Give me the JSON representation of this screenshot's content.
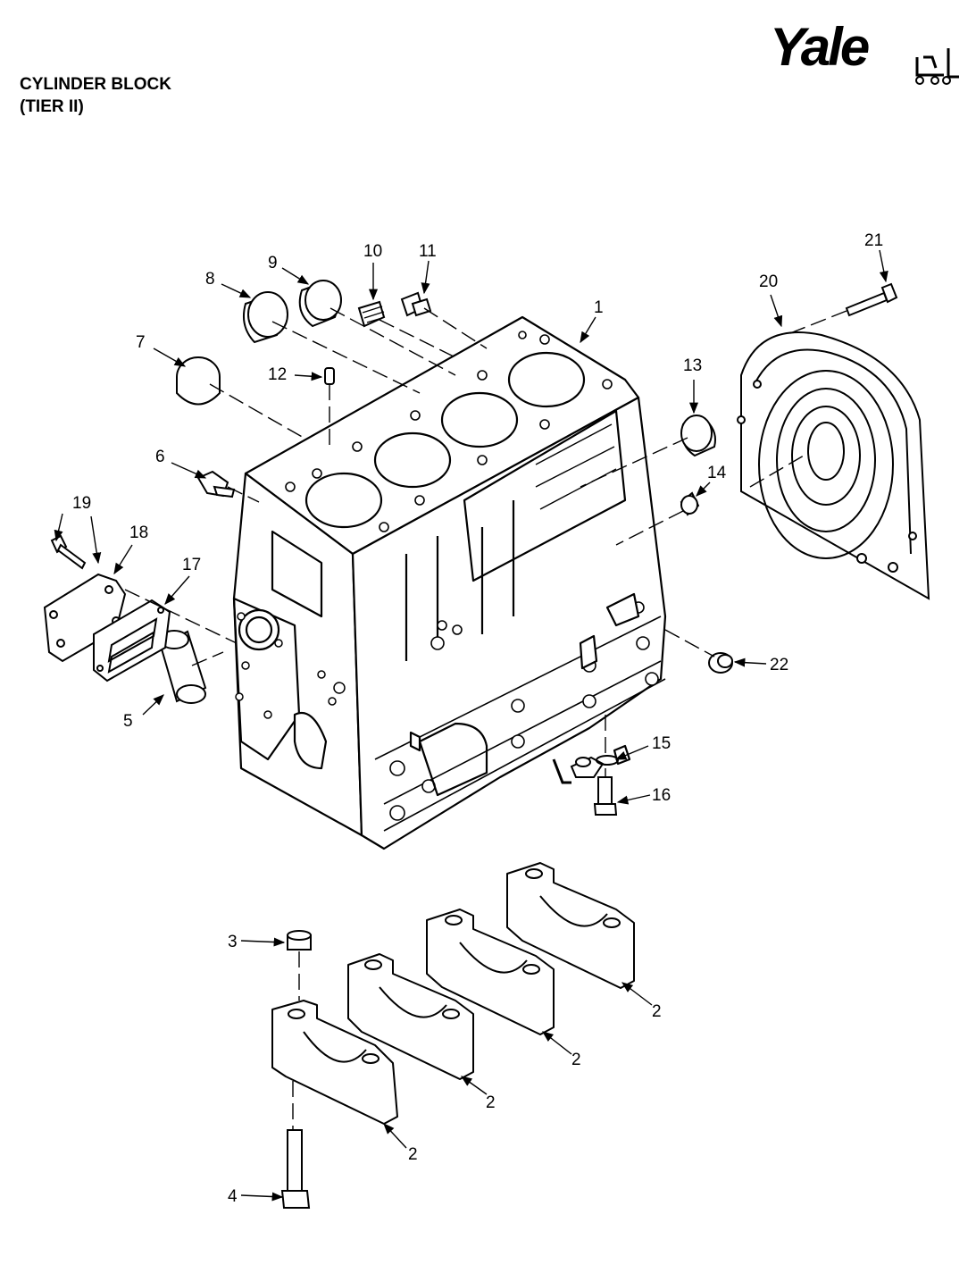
{
  "header": {
    "title_line1": "CYLINDER BLOCK",
    "title_line2": "(TIER II)",
    "brand": "Yale"
  },
  "callouts": {
    "c1": "1",
    "c2a": "2",
    "c2b": "2",
    "c2c": "2",
    "c2d": "2",
    "c3": "3",
    "c4": "4",
    "c5": "5",
    "c6": "6",
    "c7": "7",
    "c8": "8",
    "c9": "9",
    "c10": "10",
    "c11": "11",
    "c12": "12",
    "c13": "13",
    "c14": "14",
    "c15": "15",
    "c16": "16",
    "c17": "17",
    "c18": "18",
    "c19": "19",
    "c20": "20",
    "c21": "21",
    "c22": "22"
  }
}
